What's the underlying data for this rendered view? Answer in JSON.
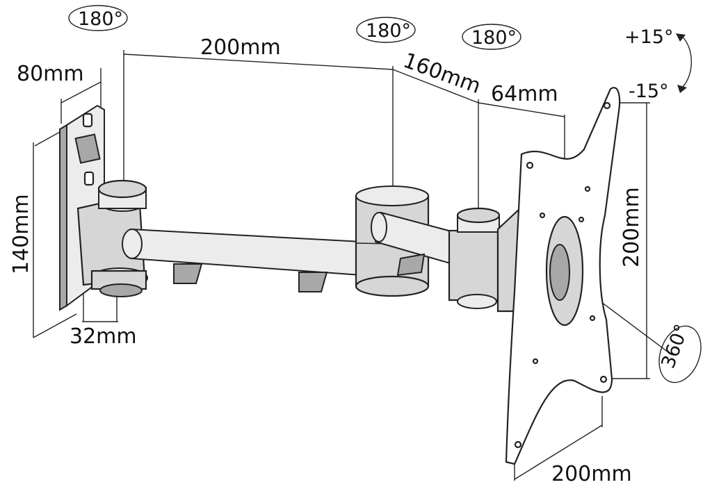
{
  "dimensions": {
    "arm1_length": "200mm",
    "arm2_length": "160mm",
    "head_offset": "64mm",
    "wallplate_width": "80mm",
    "wallplate_height": "140mm",
    "wallplate_depth": "32mm",
    "vesa_height": "200mm",
    "vesa_width": "200mm"
  },
  "rotations": {
    "joint_wall": "180°",
    "joint_mid": "180°",
    "joint_head": "180°",
    "swivel": "360°"
  },
  "tilt": {
    "up": "+15°",
    "down": "-15°"
  }
}
